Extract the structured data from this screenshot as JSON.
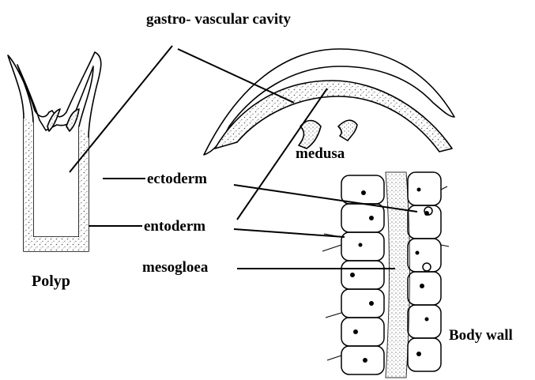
{
  "labels": {
    "cavity": "gastro- vascular cavity",
    "medusa": "medusa",
    "ectoderm": "ectoderm",
    "entoderm": "entoderm",
    "mesogloea": "mesogloea",
    "polyp": "Polyp",
    "body_wall": "Body wall"
  },
  "colors": {
    "ink": "#000000",
    "background": "#ffffff",
    "stipple": "#6a6a6a"
  }
}
